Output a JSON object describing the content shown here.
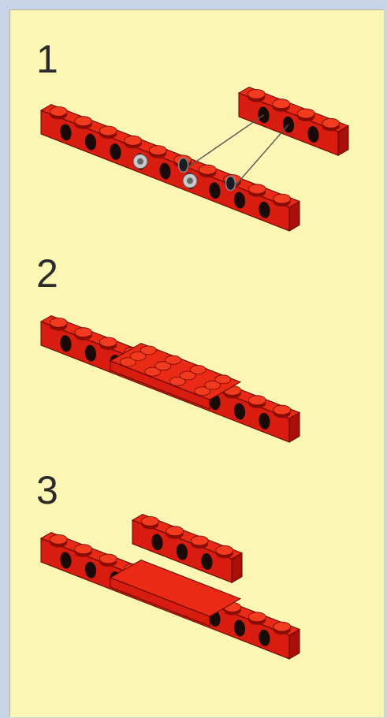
{
  "steps": [
    {
      "number": "1"
    },
    {
      "number": "2"
    },
    {
      "number": "3"
    }
  ],
  "colors": {
    "background": "#c9d3e6",
    "page": "#fbf6b4",
    "brick_front": "#d81c10",
    "brick_top": "#ea2a14",
    "brick_side": "#a90f08",
    "hole": "#1a0a08",
    "bushing": "#c9c9c9"
  }
}
